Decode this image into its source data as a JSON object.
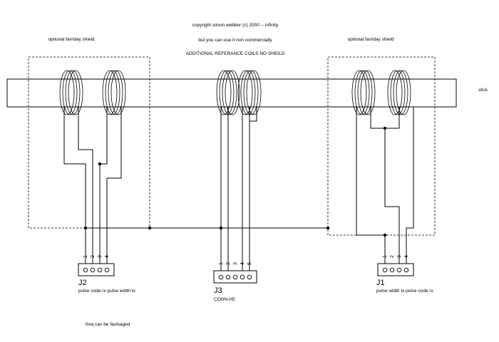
{
  "header": {
    "copyright": "copyright simon webber (c) 2000 -- infinity",
    "usage": "but you can use it non commercially",
    "reference_note": "ADDITIONAL REFERANCE COILS NO SHEILD"
  },
  "stick_label": "stick",
  "shields": {
    "left_label": "optional  farriday shield",
    "right_label": "optional  farriday shield"
  },
  "connectors": {
    "j2": {
      "ref": "J2",
      "desc": "pulse code rx pulse width tx",
      "pins": [
        "1",
        "2",
        "3",
        "4"
      ]
    },
    "j3": {
      "ref": "J3",
      "desc": "CONN-H5",
      "pins": [
        "1",
        "2",
        "3",
        "4",
        "5"
      ]
    },
    "j1": {
      "ref": "J1",
      "desc": "pulse width tx pulse code rx",
      "pins": [
        "1",
        "2",
        "3",
        "4"
      ]
    }
  },
  "footnote": "freq  can  be  faulsaged",
  "colors": {
    "line": "#000000",
    "background": "#ffffff"
  }
}
